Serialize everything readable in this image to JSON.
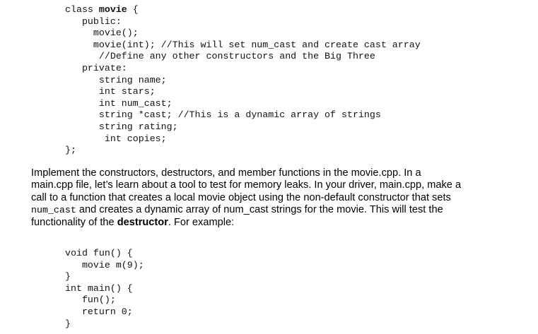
{
  "class_block": {
    "line0_pre": "class ",
    "line0_bold": "movie",
    "line0_post": " {",
    "lines": [
      "   public:",
      "     movie();",
      "     movie(int); //This will set num_cast and create cast array",
      "      //Define any other constructors and the Big Three",
      "   private:",
      "      string name;",
      "      int stars;",
      "      int num_cast;",
      "      string *cast; //This is a dynamic array of strings",
      "      string rating;",
      "       int copies;",
      "};"
    ]
  },
  "paragraph": {
    "l1": "Implement the constructors, destructors, and member functions in the movie.cpp.  In a",
    "l2": "main.cpp file, let’s learn about a tool to test for memory leaks.  In your driver, main.cpp, make a",
    "l3": "call to a function that creates a local movie object using the non-default constructor that sets",
    "l4_code": "num_cast",
    "l4_text": " and creates a dynamic array of num_cast strings for the movie.  This will test the",
    "l5_pre": "functionality of the ",
    "l5_bold": "destructor",
    "l5_post": ".  For example:"
  },
  "example_block": {
    "lines": [
      "void fun() {",
      "   movie m(9);",
      "}",
      "int main() {",
      "   fun();",
      "   return 0;",
      "}"
    ]
  }
}
